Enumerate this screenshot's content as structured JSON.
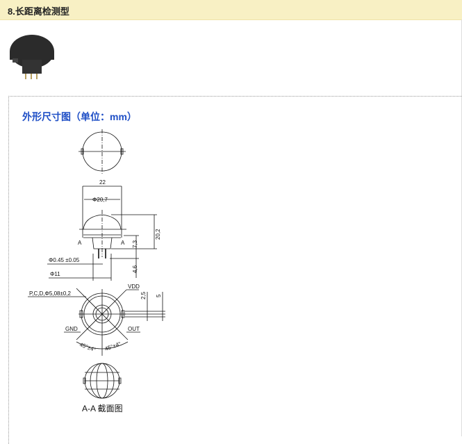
{
  "header": {
    "title": "8.长距离检测型"
  },
  "section": {
    "heading": "外形尺寸图（单位：mm）"
  },
  "drawing": {
    "dim_22": "22",
    "dim_20_7": "Φ20,7",
    "dim_20_2": "20,2",
    "dim_7_3": "7,3",
    "dim_4_6": "4,6",
    "dim_pin": "Φ0.45 ±0.05",
    "dim_11": "Φ11",
    "section_a": "A",
    "pcd": "P,C,D,Φ5,08±0,2",
    "vdd": "VDD",
    "gnd": "GND",
    "out": "OUT",
    "dim_2_5": "2,5",
    "dim_5": "5",
    "angle_left": "45°±4°",
    "angle_right": "45°±4°",
    "section_label": "A-A 截面图"
  }
}
